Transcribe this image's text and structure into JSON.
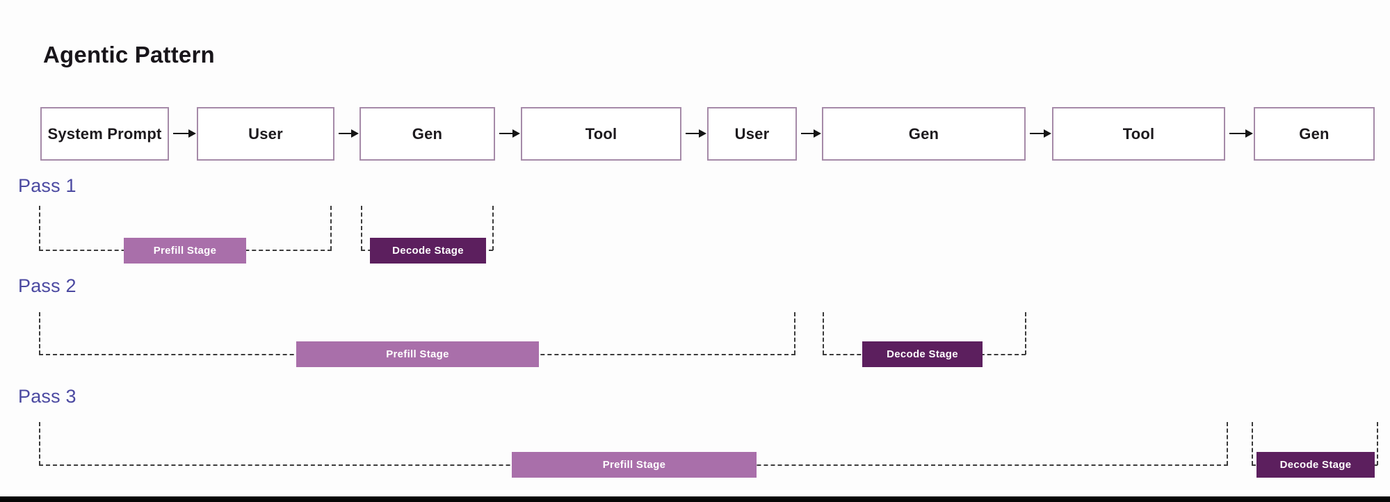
{
  "title": "Agentic Pattern",
  "flow": {
    "boxes": [
      {
        "label": "System Prompt"
      },
      {
        "label": "User"
      },
      {
        "label": "Gen"
      },
      {
        "label": "Tool"
      },
      {
        "label": "User"
      },
      {
        "label": "Gen"
      },
      {
        "label": "Tool"
      },
      {
        "label": "Gen"
      }
    ]
  },
  "passes": [
    {
      "label": "Pass 1",
      "prefill_label": "Prefill Stage",
      "decode_label": "Decode Stage"
    },
    {
      "label": "Pass 2",
      "prefill_label": "Prefill Stage",
      "decode_label": "Decode Stage"
    },
    {
      "label": "Pass 3",
      "prefill_label": "Prefill Stage",
      "decode_label": "Decode Stage"
    }
  ],
  "colors": {
    "prefill_bar": "#a96faa",
    "decode_bar": "#5c1f5e",
    "pass_label": "#4b49a1",
    "box_border": "#a58aa8",
    "dashed_line": "#3b3b3b",
    "arrow": "#151515",
    "bottom_bar": "#060606"
  }
}
